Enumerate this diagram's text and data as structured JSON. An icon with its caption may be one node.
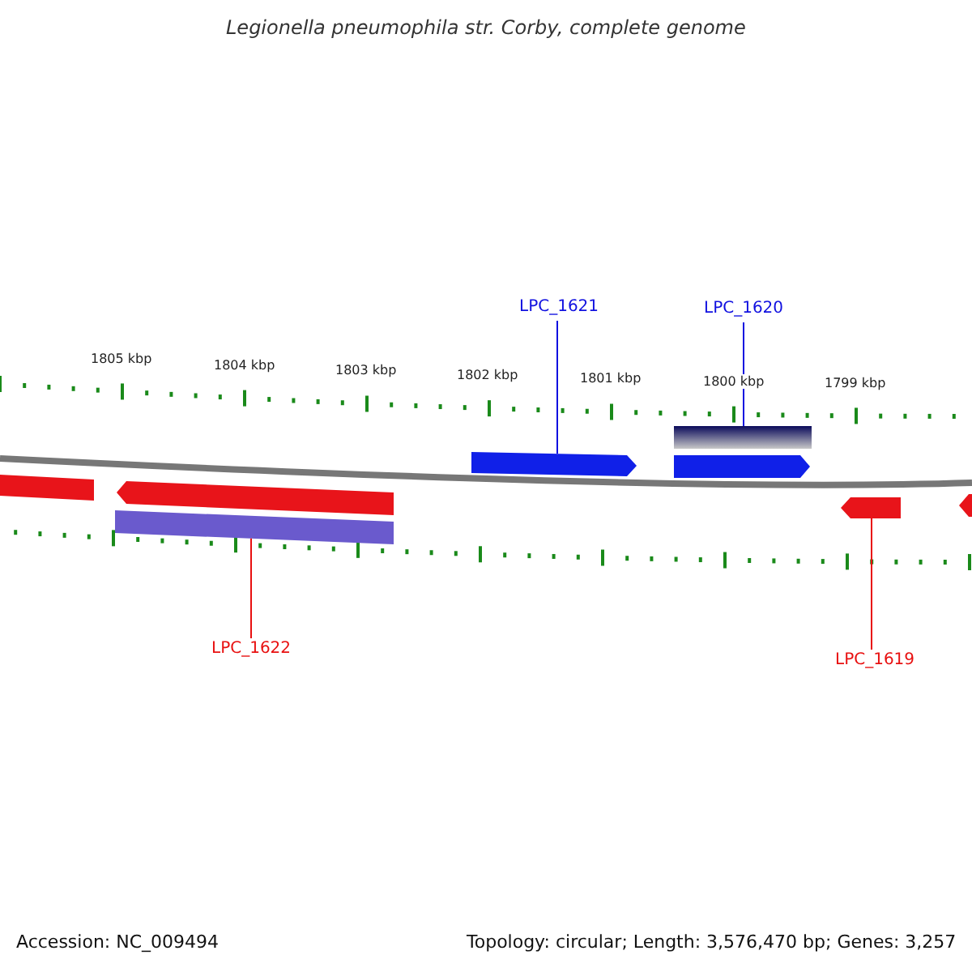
{
  "diagram": {
    "title": "Legionella pneumophila str. Corby, complete genome",
    "nodes": [
      {
        "text": [
          "LPC_1621"
        ]
      },
      {
        "text": [
          "LPC_1620"
        ]
      },
      {
        "text": [
          "LPC_1622"
        ]
      },
      {
        "text": [
          "LPC_1619"
        ]
      },
      {
        "text": [],
        "shape": "bar"
      },
      {
        "text": [],
        "shape": "arrow"
      },
      {
        "text": [],
        "shape": "bar"
      },
      {
        "text": [],
        "shape": "arrow"
      },
      {
        "text": [],
        "shape": "bar"
      },
      {
        "text": [],
        "shape": "arrow"
      },
      {
        "text": [],
        "shape": "arrow"
      },
      {
        "text": [],
        "shape": "arrow"
      }
    ],
    "edges": [
      {
        "from": 0,
        "to": 7,
        "arrow": "none"
      },
      {
        "from": 1,
        "to": 8,
        "arrow": "none"
      },
      {
        "from": 2,
        "to": 6,
        "arrow": "none",
        "color": "#e81010"
      },
      {
        "from": 3,
        "to": 10,
        "arrow": "none",
        "color": "#e81010"
      }
    ],
    "labels": [
      "1805 kbp",
      "1804 kbp",
      "1803 kbp",
      "1802 kbp",
      "1801 kbp",
      "1800 kbp",
      "1799 kbp",
      "Accession: NC_009494",
      "Topology: circular; Length: 3,576,470 bp; Genes: 3,257"
    ]
  }
}
